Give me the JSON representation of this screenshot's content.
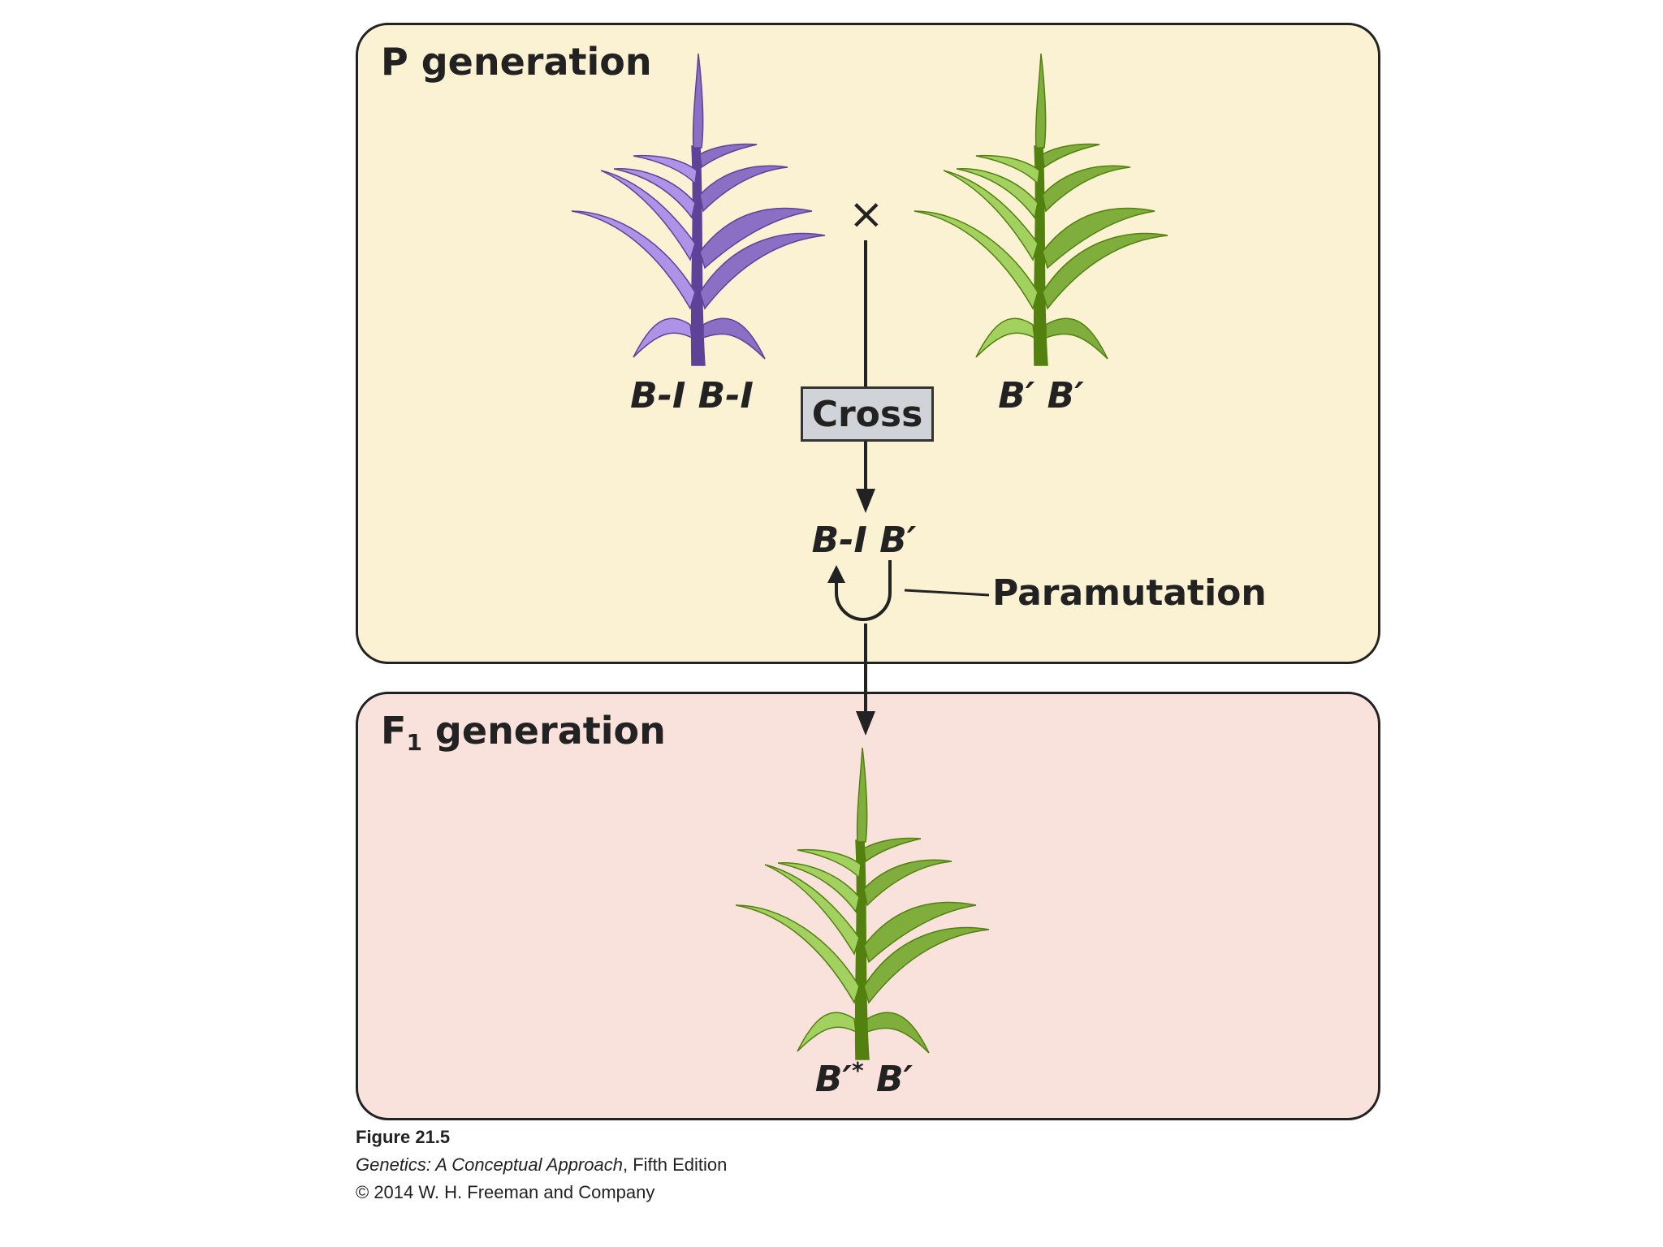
{
  "p_panel": {
    "title": "P generation",
    "bg_color": "#fbf1d3"
  },
  "f1_panel": {
    "title_main": "F",
    "title_sub": "1",
    "title_rest": " generation",
    "bg_color": "#f9e1dc"
  },
  "parents": {
    "left": {
      "genotype": "B-I B-I",
      "plant_color": "purple",
      "color_hex": "#8b6fc4"
    },
    "right": {
      "genotype": "B′ B′",
      "plant_color": "green",
      "color_hex": "#7fae3c"
    }
  },
  "cross_symbol": "×",
  "cross_label": "Cross",
  "hybrid_genotype": "B-I B′",
  "paramutation_label": "Paramutation",
  "offspring": {
    "genotype_base": "B′",
    "genotype_sup": "*",
    "genotype_rest": " B′",
    "plant_color": "green",
    "color_hex": "#7fae3c"
  },
  "caption": {
    "figure": "Figure 21.5",
    "book_title": "Genetics: A Conceptual Approach",
    "book_edition": ", Fifth Edition",
    "copyright": "© 2014 W. H. Freeman and Company"
  }
}
